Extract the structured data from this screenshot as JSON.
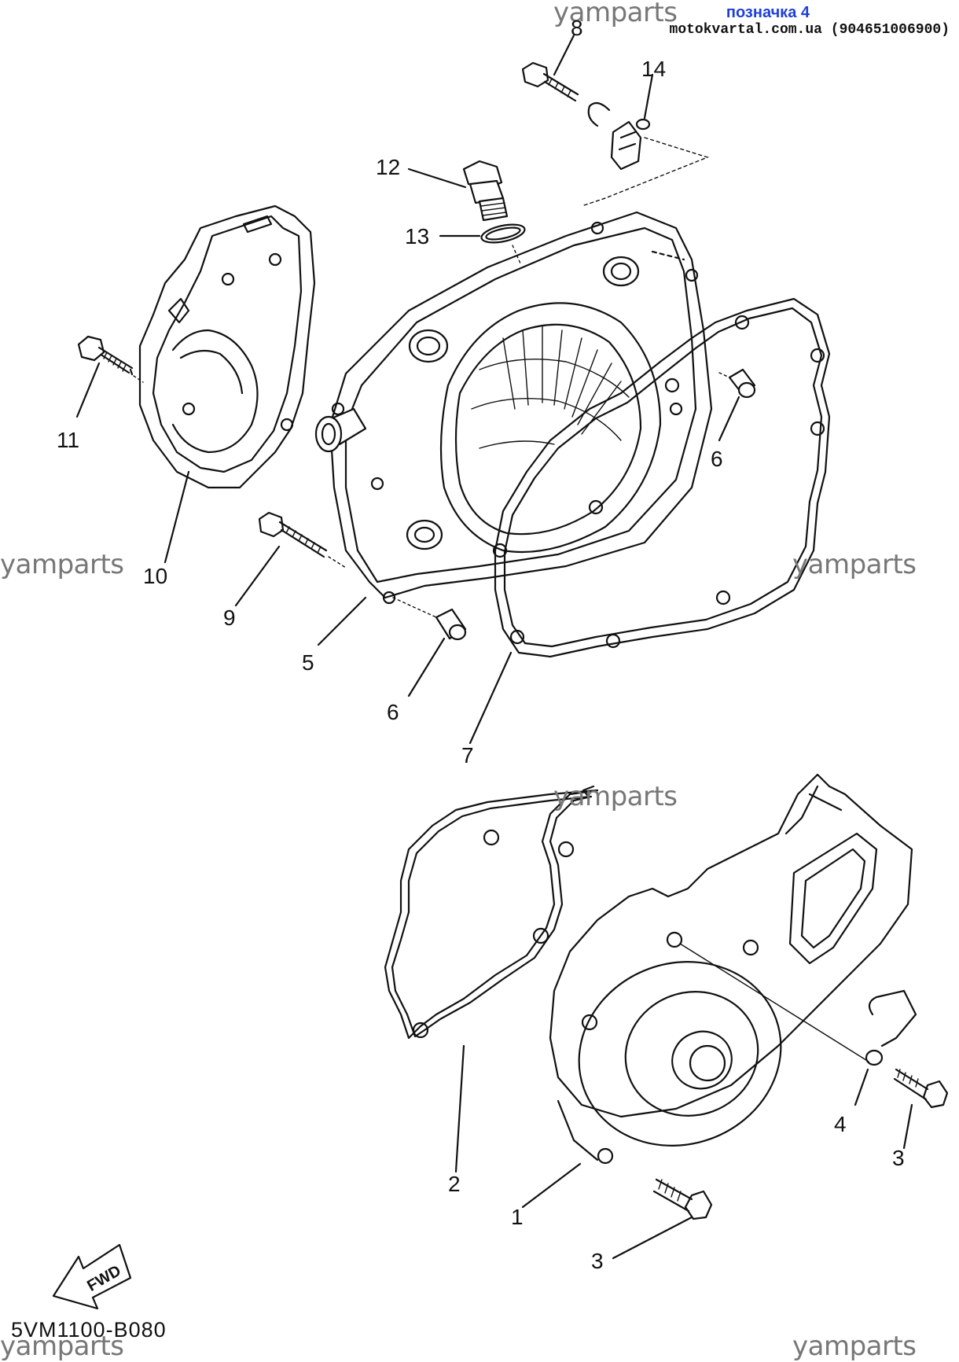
{
  "header": {
    "tag_link": "позначка 4",
    "site": "motokvartal.com.ua (904651006900)"
  },
  "watermarks": [
    "yamparts",
    "yamparts",
    "yamparts",
    "yamparts",
    "yamparts",
    "yamparts"
  ],
  "callouts": {
    "c1": "1",
    "c2": "2",
    "c3a": "3",
    "c3b": "3",
    "c4": "4",
    "c5": "5",
    "c6a": "6",
    "c6b": "6",
    "c7": "7",
    "c8": "8",
    "c9": "9",
    "c10": "10",
    "c11": "11",
    "c12": "12",
    "c13": "13",
    "c14": "14"
  },
  "fwd_label": "FWD",
  "diagram_code": "5VM1100-B080"
}
